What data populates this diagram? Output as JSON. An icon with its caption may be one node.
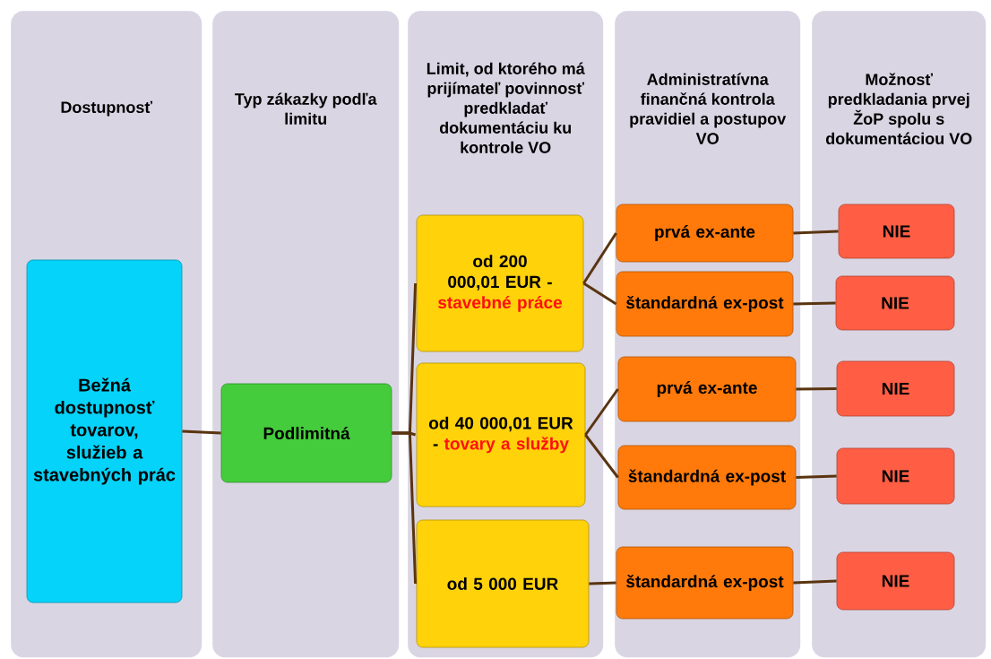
{
  "diagram": {
    "nodes": [
      {
        "text": [
          "Dostupnosť"
        ]
      },
      {
        "text": [
          "Typ zákazky podľa limitu"
        ]
      },
      {
        "text": [
          "Limit, od ktorého má prijímateľ povinnosť predkladať dokumentáciu ku kontrole VO"
        ]
      },
      {
        "text": [
          "Administratívna finančná kontrola pravidiel a postupov VO"
        ]
      },
      {
        "text": [
          "Možnosť predkladania prvej ŽoP spolu s dokumentáciou VO"
        ]
      },
      {
        "text": [
          "Bežná dostupnosť tovarov, služieb a stavebných prác"
        ],
        "in": 0
      },
      {
        "text": [
          "Podlimitná"
        ],
        "in": 1
      },
      {
        "text": [
          "od 200 000,01 EUR -",
          "stavebné práce"
        ],
        "in": 2
      },
      {
        "text": [
          "od 40 000,01 EUR -",
          "tovary a služby"
        ],
        "in": 2
      },
      {
        "text": [
          "od 5 000 EUR"
        ],
        "in": 2
      },
      {
        "text": [
          "prvá ex-ante"
        ],
        "in": 3
      },
      {
        "text": [
          "štandardná ex-post"
        ],
        "in": 3
      },
      {
        "text": [
          "prvá ex-ante"
        ],
        "in": 3
      },
      {
        "text": [
          "štandardná ex-post"
        ],
        "in": 3
      },
      {
        "text": [
          "štandardná ex-post"
        ],
        "in": 3
      },
      {
        "text": [
          "NIE"
        ],
        "in": 4
      },
      {
        "text": [
          "NIE"
        ],
        "in": 4
      },
      {
        "text": [
          "NIE"
        ],
        "in": 4
      },
      {
        "text": [
          "NIE"
        ],
        "in": 4
      },
      {
        "text": [
          "NIE"
        ],
        "in": 4
      }
    ],
    "edges": [
      {
        "from": 5,
        "to": 6,
        "arrow": "none"
      },
      {
        "from": 6,
        "to": 7,
        "arrow": "none"
      },
      {
        "from": 6,
        "to": 8,
        "arrow": "none"
      },
      {
        "from": 6,
        "to": 9,
        "arrow": "none"
      },
      {
        "from": 7,
        "to": 10,
        "arrow": "none"
      },
      {
        "from": 7,
        "to": 11,
        "arrow": "none"
      },
      {
        "from": 8,
        "to": 12,
        "arrow": "none"
      },
      {
        "from": 8,
        "to": 13,
        "arrow": "none"
      },
      {
        "from": 9,
        "to": 14,
        "arrow": "none"
      },
      {
        "from": 10,
        "to": 15,
        "arrow": "none"
      },
      {
        "from": 11,
        "to": 16,
        "arrow": "none"
      },
      {
        "from": 12,
        "to": 17,
        "arrow": "none"
      },
      {
        "from": 13,
        "to": 18,
        "arrow": "none"
      },
      {
        "from": 14,
        "to": 19,
        "arrow": "none"
      }
    ]
  }
}
